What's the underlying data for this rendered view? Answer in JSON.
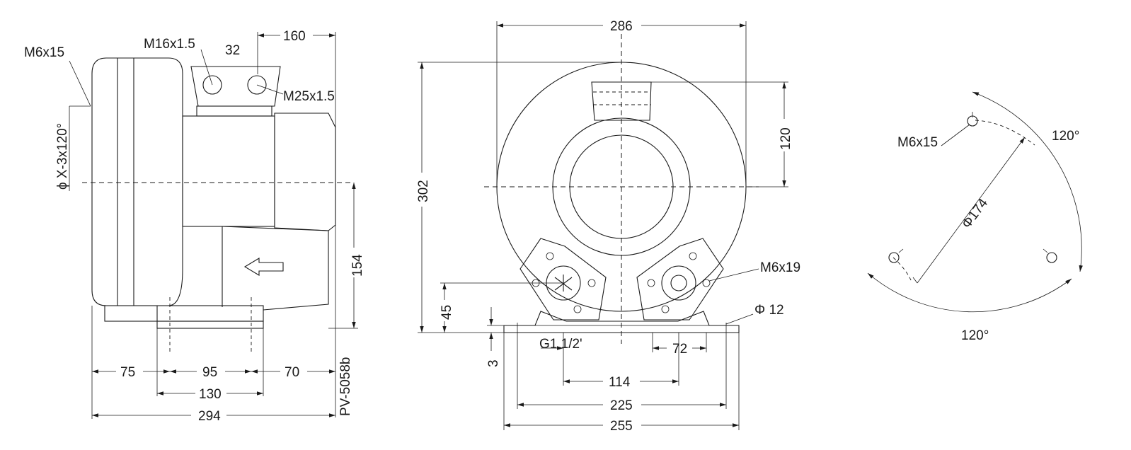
{
  "side_view": {
    "m6x15": "M6x15",
    "m16x1_5": "M16x1.5",
    "d32": "32",
    "d160": "160",
    "m25x1_5": "M25x1.5",
    "phi_x3": "ϕ X-3x120°",
    "d154": "154",
    "d75": "75",
    "d95": "95",
    "d70": "70",
    "d130": "130",
    "d294": "294",
    "model": "PV-5058b"
  },
  "front_view": {
    "d286": "286",
    "d302": "302",
    "d120": "120",
    "m6x19": "M6x19",
    "d45": "45",
    "phi12": "Φ 12",
    "d3": "3",
    "g1": "G1 1/2'",
    "d72": "72",
    "d114": "114",
    "d225": "225",
    "d255": "255"
  },
  "flange_view": {
    "m6x15": "M6x15",
    "a120_top": "120°",
    "phi174": "Φ174",
    "a120_bottom": "120°"
  }
}
